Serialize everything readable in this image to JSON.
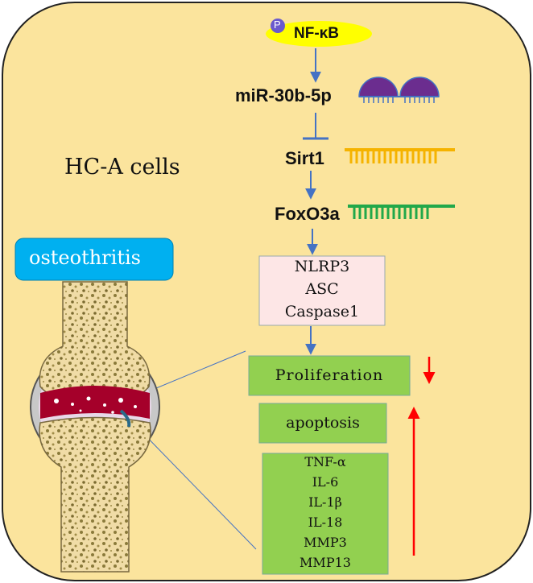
{
  "cell_label": "HC-A cells",
  "disease_label": "osteothritis",
  "pathway": {
    "nfkb": "NF-κB",
    "phospho_symbol": "P",
    "mirna": "miR-30b-5p",
    "sirt1": "Sirt1",
    "foxo3a": "FoxO3a"
  },
  "inflammasome_box": [
    "NLRP3",
    "ASC",
    "Caspase1"
  ],
  "outcomes": {
    "proliferation": "Proliferation",
    "apoptosis": "apoptosis"
  },
  "cytokines": [
    "TNF-α",
    "IL-6",
    "IL-1β",
    "IL-18",
    "MMP3",
    "MMP13"
  ],
  "colors": {
    "background": "#fbe49d",
    "background_border": "#222222",
    "nfkb_ellipse": "#ffff00",
    "phospho_circle": "#6a5acd",
    "mirna_protein": "#6b2d8f",
    "mirna_teeth": "#4472c4",
    "sirt1_comb": "#f5b300",
    "foxo3a_comb": "#22a84a",
    "box_pink": "#fde6e6",
    "box_green": "#92d050",
    "osteo_label": "#00b0f0",
    "arrow_blue": "#4472c4",
    "arrow_red": "#ff0000",
    "bone": "#f0dca6",
    "cartilage": "#a5002a"
  },
  "icons": [
    "up-arrow-icon",
    "down-arrow-icon",
    "phosphate-icon",
    "joint-illustration"
  ]
}
